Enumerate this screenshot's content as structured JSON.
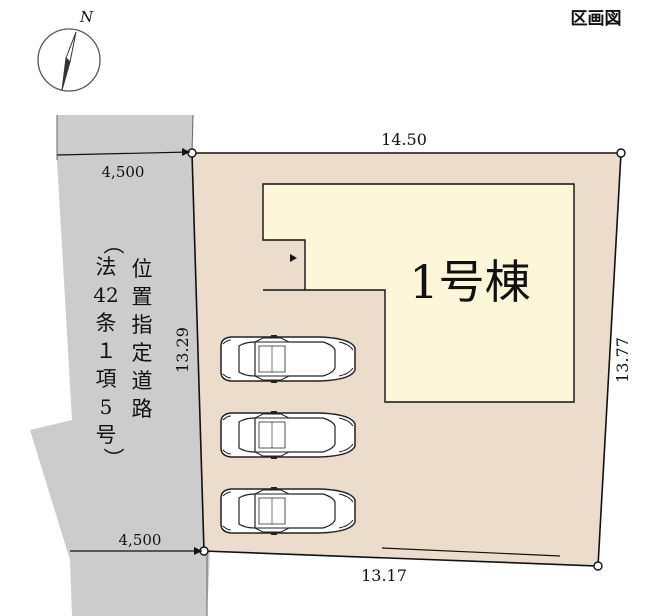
{
  "header": {
    "title": "区画図"
  },
  "compass": {
    "north_label": "N",
    "icon": "north-arrow-icon"
  },
  "road": {
    "label_chars": [
      "（",
      "法",
      "42",
      "条",
      "１",
      "項",
      "5",
      "号",
      "）",
      "位",
      "置",
      "指",
      "定",
      "道",
      "路"
    ],
    "width_top": "4,500",
    "width_bottom": "4,500",
    "fill_color": "#cccccc"
  },
  "lot": {
    "fill_color": "#ecdccb",
    "edge_top": "14.50",
    "edge_right": "13.77",
    "edge_bottom": "13.17",
    "edge_left": "13.29"
  },
  "building": {
    "label": "1号棟",
    "fill_color": "#fdf6d8"
  },
  "parking": {
    "car_count": 3,
    "icon": "car-icon"
  }
}
